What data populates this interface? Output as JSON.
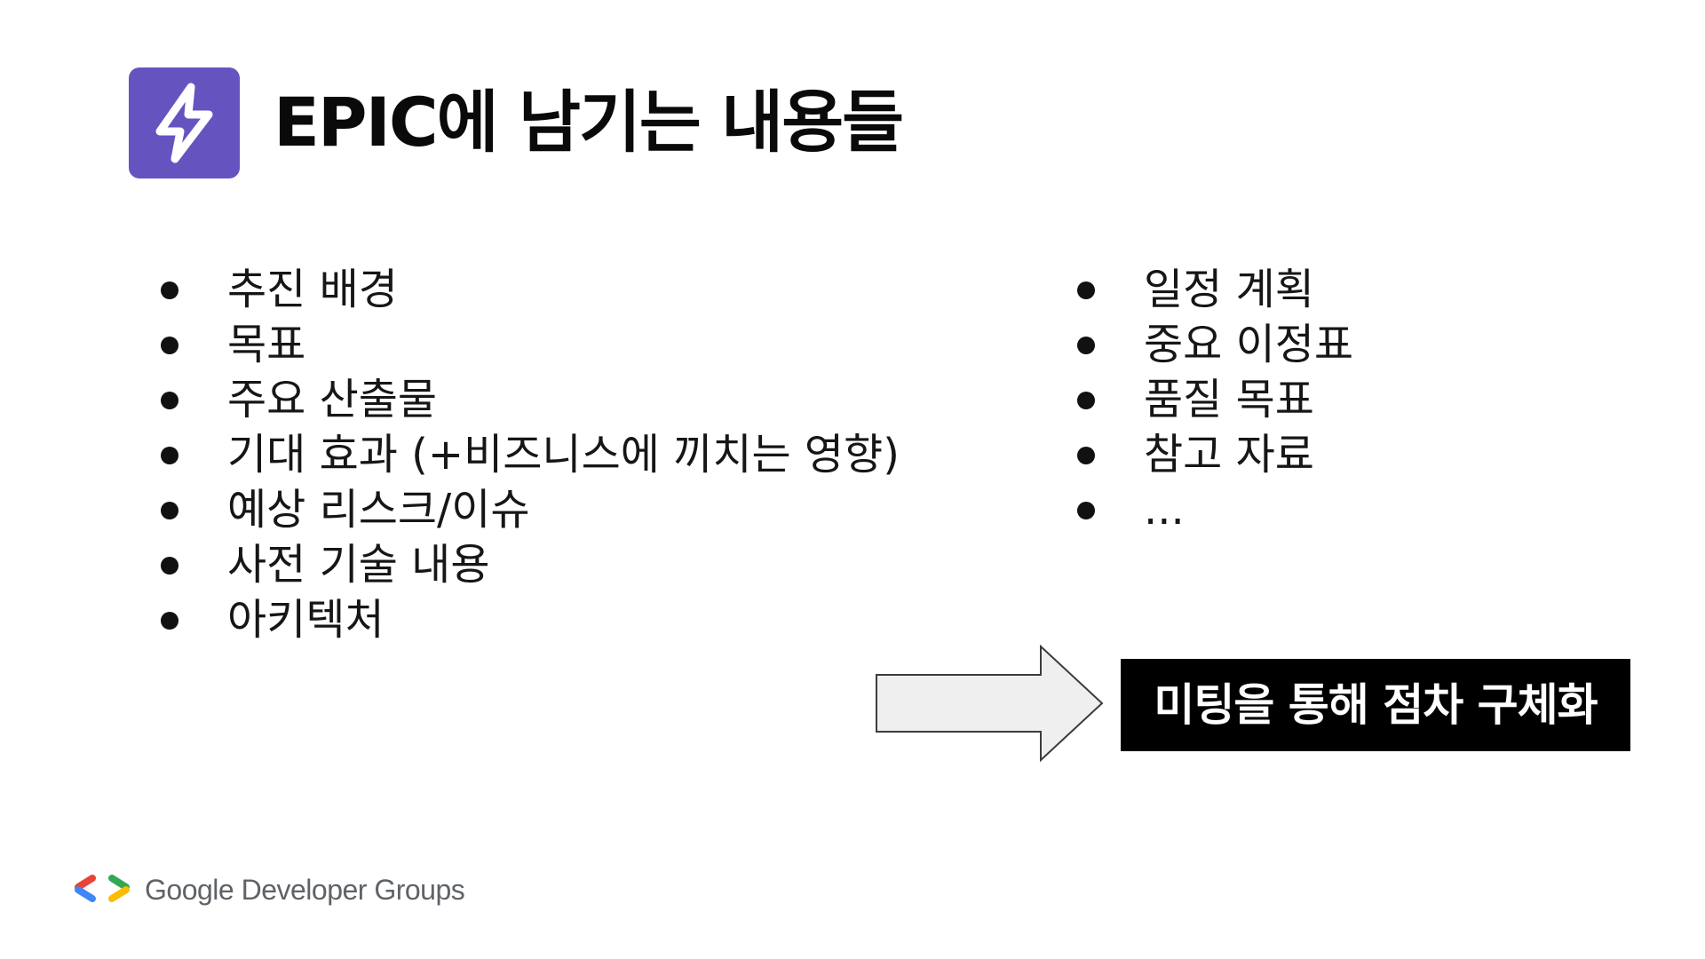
{
  "slide": {
    "title": "EPIC에 남기는 내용들",
    "title_icon": "lightning-bolt-icon",
    "accent_color": "#6554c0",
    "left_items": [
      {
        "label": "추진 배경"
      },
      {
        "label": "목표"
      },
      {
        "label": "주요 산출물"
      },
      {
        "label": "기대 효과 (+비즈니스에 끼치는 영향)"
      },
      {
        "label": "예상 리스크/이슈"
      },
      {
        "label": "사전 기술 내용"
      },
      {
        "label": "아키텍처"
      }
    ],
    "right_items": [
      {
        "label": "일정 계획"
      },
      {
        "label": "중요 이정표"
      },
      {
        "label": "품질 목표"
      },
      {
        "label": "참고 자료"
      },
      {
        "label": "..."
      }
    ],
    "arrow_icon": "right-arrow-icon",
    "callout": "미팅을 통해 점차 구체화"
  },
  "footer": {
    "logo_icon": "google-developer-groups-logo-icon",
    "text": "Google Developer Groups"
  }
}
